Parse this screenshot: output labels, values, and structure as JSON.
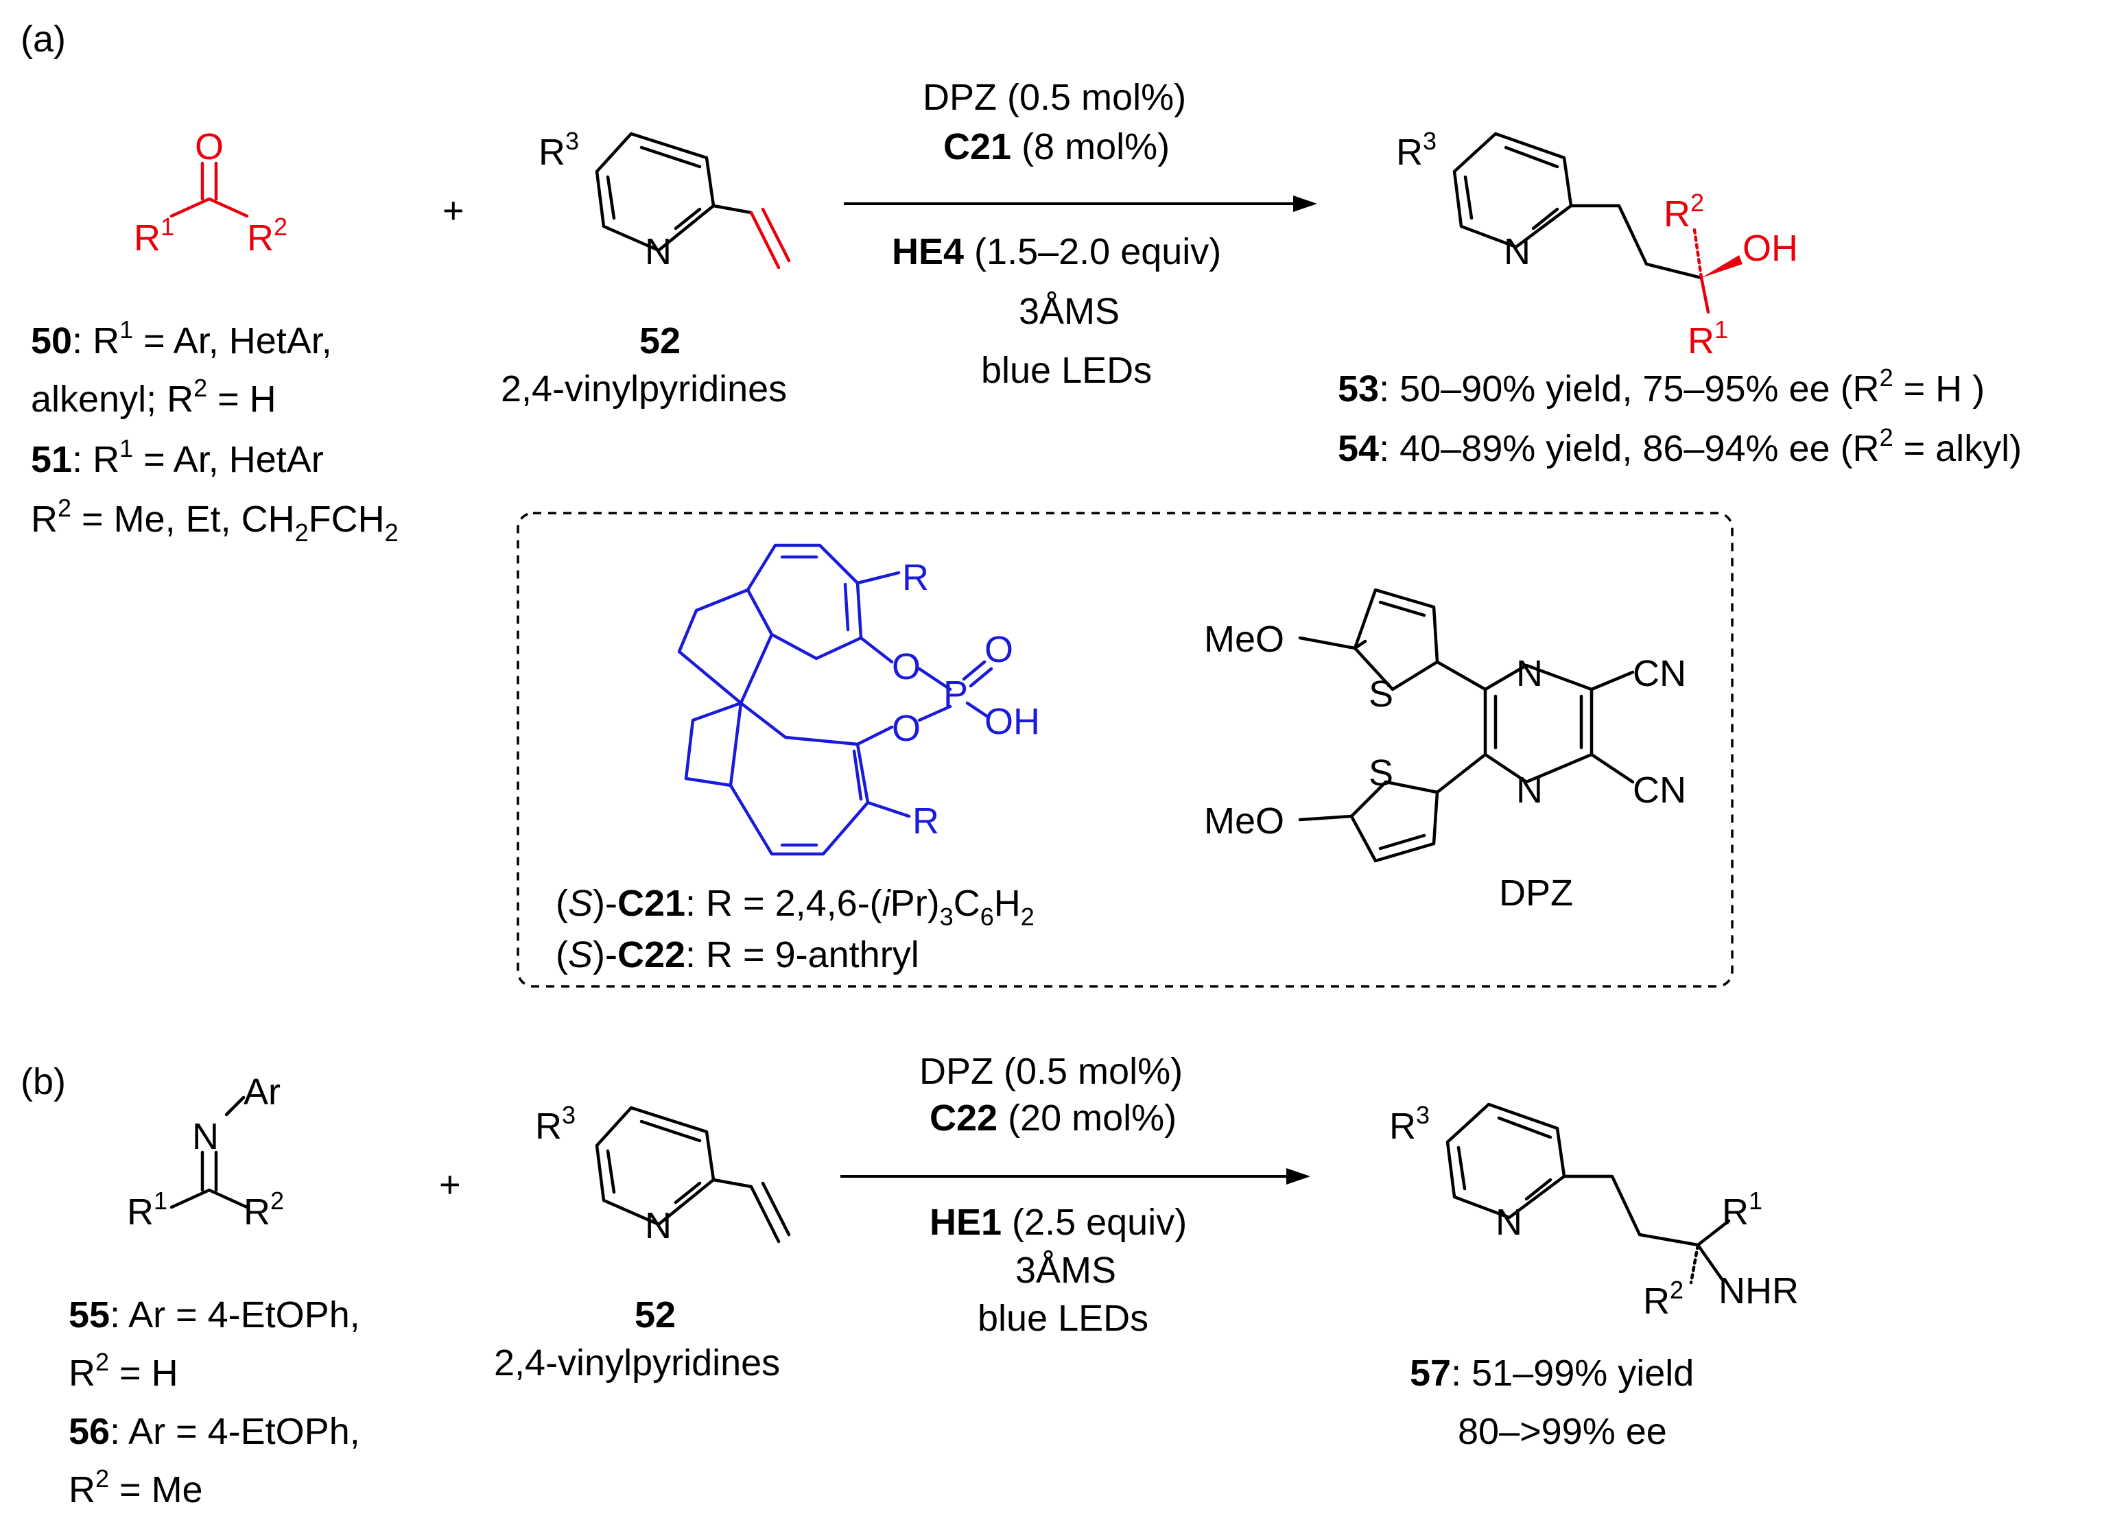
{
  "panel_a": {
    "label": "(a)",
    "plus": "+",
    "ketone": {
      "O": "O",
      "R1": "R",
      "R1_sup": "1",
      "R2": "R",
      "R2_sup": "2"
    },
    "compound50": {
      "num": "50",
      "line1_rest": ": R",
      "line1_sup": "1",
      "line1_tail": " = Ar, HetAr,",
      "line2": "alkenyl; R",
      "line2_sup": "2",
      "line2_tail": " = H"
    },
    "compound51": {
      "num": "51",
      "line1_rest": ": R",
      "line1_sup": "1",
      "line1_tail": " = Ar, HetAr",
      "line2": "R",
      "line2_sup": "2",
      "line2_tail": " = Me, Et, CH",
      "sub1": "2",
      "mid": "FCH",
      "sub2": "2"
    },
    "vinylpyridine": {
      "R3": "R",
      "R3_sup": "3",
      "N": "N",
      "num": "52",
      "name": "2,4-vinylpyridines"
    },
    "conditions_above": {
      "line1": "DPZ (0.5 mol%)",
      "line2_bold": "C21",
      "line2_rest": " (8 mol%)"
    },
    "conditions_below": {
      "line1_bold": "HE4",
      "line1_rest": " (1.5–2.0 equiv)",
      "line2": "3ÅMS",
      "line3": "blue LEDs"
    },
    "product": {
      "R3": "R",
      "R3_sup": "3",
      "N": "N",
      "R2": "R",
      "R2_sup": "2",
      "OH": "OH",
      "R1": "R",
      "R1_sup": "1"
    },
    "result53": {
      "num": "53",
      "text": ": 50–90% yield, 75–95% ee (R",
      "sup": "2",
      "tail": " = H )"
    },
    "result54": {
      "num": "54",
      "text": ": 40–89% yield, 86–94% ee (R",
      "sup": "2",
      "tail": " = alkyl)"
    },
    "catalyst": {
      "R_top": "R",
      "R_bot": "R",
      "O1": "O",
      "O2": "O",
      "P": "P",
      "O3": "O",
      "OH": "OH",
      "c21_s": "S",
      "c21_name": "C21",
      "c21_desc": ": R = 2,4,6-(",
      "c21_i": "i",
      "c21_pr": "Pr)",
      "c21_sub1": "3",
      "c21_c6": "C",
      "c21_sub2": "6",
      "c21_h": "H",
      "c21_sub3": "2",
      "c22_s": "S",
      "c22_name": "C22",
      "c22_desc": ": R = 9-anthryl"
    },
    "dpz": {
      "MeO1": "MeO",
      "MeO2": "MeO",
      "S1": "S",
      "S2": "S",
      "N1": "N",
      "N2": "N",
      "CN1": "CN",
      "CN2": "CN",
      "name": "DPZ"
    }
  },
  "panel_b": {
    "label": "(b)",
    "plus": "+",
    "imine": {
      "N": "N",
      "Ar": "Ar",
      "R1": "R",
      "R1_sup": "1",
      "R2": "R",
      "R2_sup": "2"
    },
    "compound55": {
      "num": "55",
      "line1_rest": ": Ar = 4-EtOPh,",
      "line2": "R",
      "line2_sup": "2",
      "line2_tail": " = H"
    },
    "compound56": {
      "num": "56",
      "line1_rest": ": Ar = 4-EtOPh,",
      "line2": "R",
      "line2_sup": "2",
      "line2_tail": " = Me"
    },
    "vinylpyridine": {
      "R3": "R",
      "R3_sup": "3",
      "N": "N",
      "num": "52",
      "name": "2,4-vinylpyridines"
    },
    "conditions_above": {
      "line1": "DPZ (0.5 mol%)",
      "line2_bold": "C22",
      "line2_rest": " (20 mol%)"
    },
    "conditions_below": {
      "line1_bold": "HE1",
      "line1_rest": " (2.5 equiv)",
      "line2": "3ÅMS",
      "line3": "blue LEDs"
    },
    "product": {
      "R3": "R",
      "R3_sup": "3",
      "N": "N",
      "R1": "R",
      "R1_sup": "1",
      "R2": "R",
      "R2_sup": "2",
      "NHR": "NHR"
    },
    "result57": {
      "num": "57",
      "line1_rest": ": 51–99% yield",
      "line2": "80–>99% ee"
    }
  }
}
